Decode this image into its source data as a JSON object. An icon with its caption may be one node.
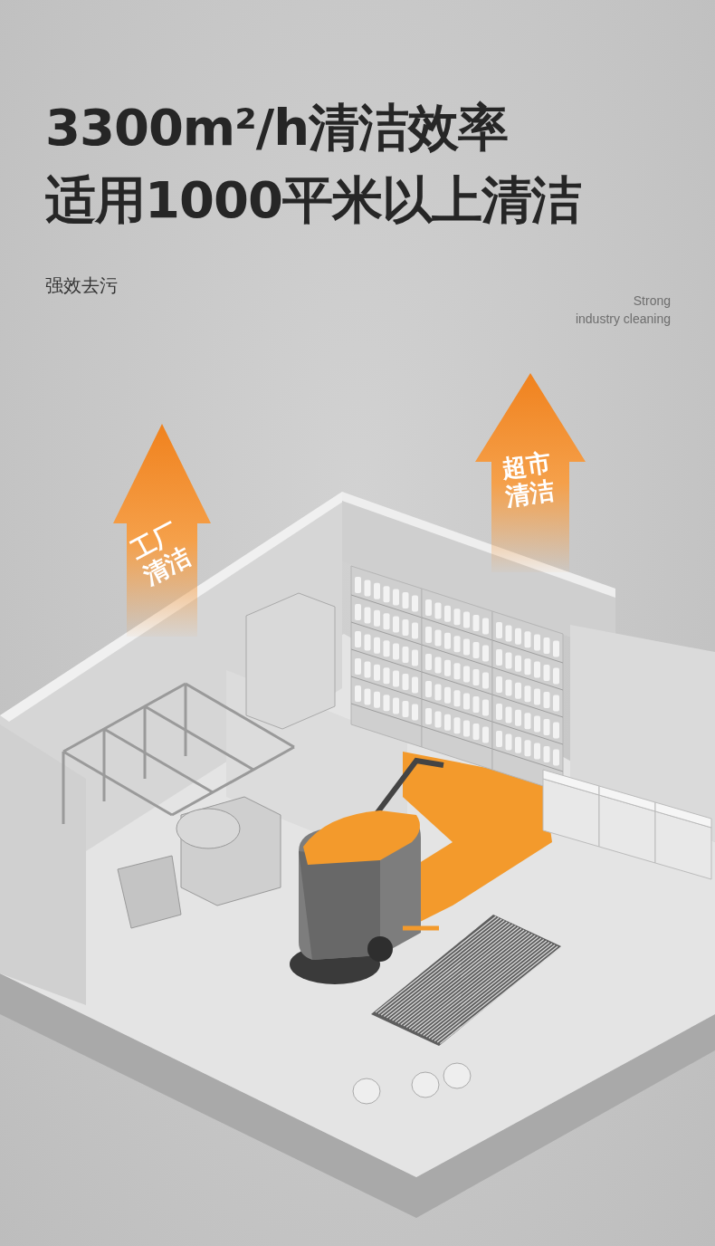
{
  "diagram": {
    "title": "3300m²/h清洁效率",
    "nodes": [
      {
        "text": [
          "工厂清洁"
        ]
      },
      {
        "text": [
          "超市清洁"
        ]
      }
    ],
    "labels": [
      "适用1000平米以上清洁",
      "强效去污",
      "Strong industry cleaning"
    ]
  }
}
